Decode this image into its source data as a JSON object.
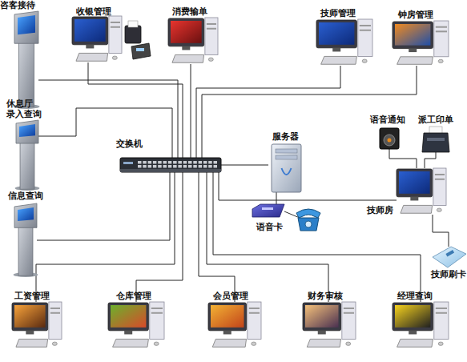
{
  "diagram": {
    "nodes": [
      {
        "text": [
          "咨客接待"
        ]
      },
      {
        "text": [
          "收银管理"
        ]
      },
      {
        "text": [
          "消费输单"
        ]
      },
      {
        "text": [
          "技师管理"
        ]
      },
      {
        "text": [
          "钟房管理"
        ]
      },
      {
        "text": [
          "休息厅 录入查询"
        ]
      },
      {
        "text": [
          "交换机"
        ]
      },
      {
        "text": [
          "服务器"
        ]
      },
      {
        "text": [
          "语音通知"
        ]
      },
      {
        "text": [
          "派工印单"
        ]
      },
      {
        "text": [
          "信息查询"
        ]
      },
      {
        "text": [
          "技师房"
        ]
      },
      {
        "text": [
          "语音卡"
        ]
      },
      {
        "text": [
          "技师刷卡"
        ]
      },
      {
        "text": [
          "工资管理"
        ]
      },
      {
        "text": [
          "仓库管理"
        ]
      },
      {
        "text": [
          "会员管理"
        ]
      },
      {
        "text": [
          "财务审核"
        ]
      },
      {
        "text": [
          "经理查询"
        ]
      }
    ],
    "edges": [
      {
        "from": 6,
        "to": 0,
        "arrow": "none"
      },
      {
        "from": 6,
        "to": 1,
        "arrow": "none"
      },
      {
        "from": 6,
        "to": 2,
        "arrow": "none"
      },
      {
        "from": 6,
        "to": 3,
        "arrow": "none"
      },
      {
        "from": 6,
        "to": 4,
        "arrow": "none"
      },
      {
        "from": 6,
        "to": 5,
        "arrow": "none"
      },
      {
        "from": 6,
        "to": 10,
        "arrow": "none"
      },
      {
        "from": 6,
        "to": 7,
        "arrow": "none"
      },
      {
        "from": 6,
        "to": 11,
        "arrow": "none"
      },
      {
        "from": 6,
        "to": 14,
        "arrow": "none"
      },
      {
        "from": 6,
        "to": 15,
        "arrow": "none"
      },
      {
        "from": 6,
        "to": 16,
        "arrow": "none"
      },
      {
        "from": 6,
        "to": 17,
        "arrow": "none"
      },
      {
        "from": 6,
        "to": 18,
        "arrow": "none"
      },
      {
        "from": 7,
        "to": 12,
        "arrow": "none"
      },
      {
        "from": 11,
        "to": 8,
        "arrow": "none"
      },
      {
        "from": 11,
        "to": 9,
        "arrow": "none"
      },
      {
        "from": 11,
        "to": 13,
        "arrow": "none"
      }
    ]
  }
}
